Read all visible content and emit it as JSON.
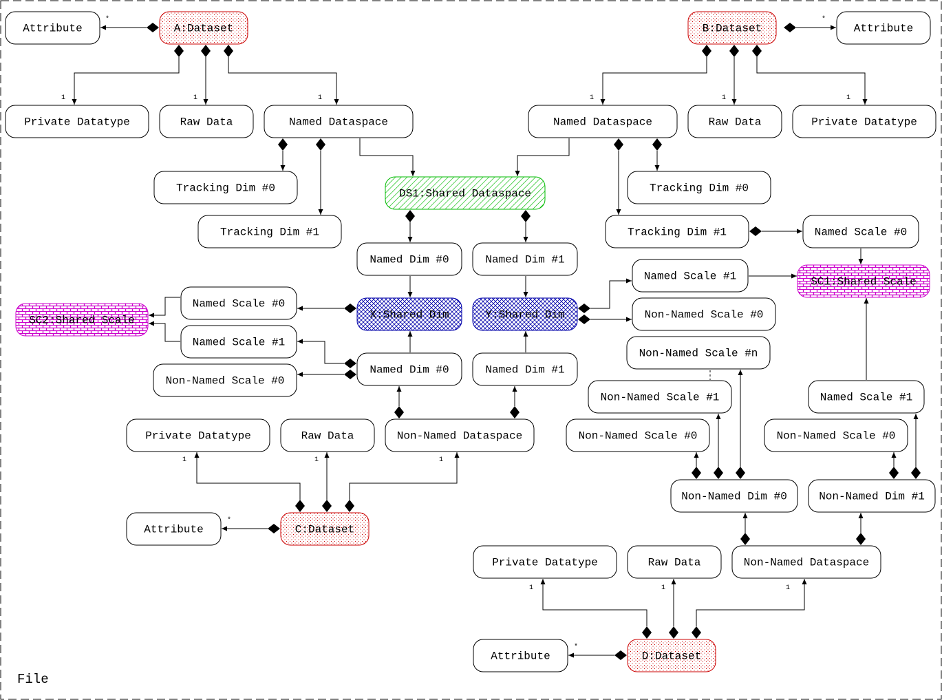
{
  "file_label": "File",
  "nodes": [
    {
      "id": "attrA",
      "label": "Attribute",
      "style": "plain"
    },
    {
      "id": "dsA",
      "label": "A:Dataset",
      "style": "dataset"
    },
    {
      "id": "pdtA",
      "label": "Private Datatype",
      "style": "plain"
    },
    {
      "id": "rawA",
      "label": "Raw Data",
      "style": "plain"
    },
    {
      "id": "ndsA",
      "label": "Named Dataspace",
      "style": "plain"
    },
    {
      "id": "tdA0",
      "label": "Tracking Dim #0",
      "style": "plain"
    },
    {
      "id": "tdA1",
      "label": "Tracking Dim #1",
      "style": "plain"
    },
    {
      "id": "ds1",
      "label": "DS1:Shared Dataspace",
      "style": "shared-dataspace"
    },
    {
      "id": "nd0top",
      "label": "Named Dim #0",
      "style": "plain"
    },
    {
      "id": "nd1top",
      "label": "Named Dim #1",
      "style": "plain"
    },
    {
      "id": "xdim",
      "label": "X:Shared Dim",
      "style": "shared-dim"
    },
    {
      "id": "ydim",
      "label": "Y:Shared Dim",
      "style": "shared-dim"
    },
    {
      "id": "nsL0",
      "label": "Named Scale #0",
      "style": "plain"
    },
    {
      "id": "nsL1",
      "label": "Named Scale #1",
      "style": "plain"
    },
    {
      "id": "nnsL0",
      "label": "Non-Named Scale #0",
      "style": "plain"
    },
    {
      "id": "sc2",
      "label": "SC2:Shared Scale",
      "style": "shared-scale"
    },
    {
      "id": "nd0bot",
      "label": "Named Dim #0",
      "style": "plain"
    },
    {
      "id": "nd1bot",
      "label": "Named Dim #1",
      "style": "plain"
    },
    {
      "id": "nndsC",
      "label": "Non-Named Dataspace",
      "style": "plain"
    },
    {
      "id": "pdtC",
      "label": "Private Datatype",
      "style": "plain"
    },
    {
      "id": "rawC",
      "label": "Raw Data",
      "style": "plain"
    },
    {
      "id": "attrC",
      "label": "Attribute",
      "style": "plain"
    },
    {
      "id": "dsC",
      "label": "C:Dataset",
      "style": "dataset"
    },
    {
      "id": "dsB",
      "label": "B:Dataset",
      "style": "dataset"
    },
    {
      "id": "attrB",
      "label": "Attribute",
      "style": "plain"
    },
    {
      "id": "ndsB",
      "label": "Named Dataspace",
      "style": "plain"
    },
    {
      "id": "rawB",
      "label": "Raw Data",
      "style": "plain"
    },
    {
      "id": "pdtB",
      "label": "Private Datatype",
      "style": "plain"
    },
    {
      "id": "tdB0",
      "label": "Tracking Dim #0",
      "style": "plain"
    },
    {
      "id": "tdB1",
      "label": "Tracking Dim #1",
      "style": "plain"
    },
    {
      "id": "nsR0",
      "label": "Named Scale #0",
      "style": "plain"
    },
    {
      "id": "nsR1",
      "label": "Named Scale #1",
      "style": "plain"
    },
    {
      "id": "sc1",
      "label": "SC1:Shared Scale",
      "style": "shared-scale"
    },
    {
      "id": "nnsR0",
      "label": "Non-Named Scale #0",
      "style": "plain"
    },
    {
      "id": "nnsRn",
      "label": "Non-Named Scale #n",
      "style": "plain"
    },
    {
      "id": "nnsR1",
      "label": "Non-Named Scale #1",
      "style": "plain"
    },
    {
      "id": "nnsR0b",
      "label": "Non-Named Scale #0",
      "style": "plain"
    },
    {
      "id": "nsR1b",
      "label": "Named Scale #1",
      "style": "plain"
    },
    {
      "id": "nnsR0c",
      "label": "Non-Named Scale #0",
      "style": "plain"
    },
    {
      "id": "nndim0",
      "label": "Non-Named Dim #0",
      "style": "plain"
    },
    {
      "id": "nndim1",
      "label": "Non-Named Dim #1",
      "style": "plain"
    },
    {
      "id": "pdtD",
      "label": "Private Datatype",
      "style": "plain"
    },
    {
      "id": "rawD",
      "label": "Raw Data",
      "style": "plain"
    },
    {
      "id": "nndsD",
      "label": "Non-Named Dataspace",
      "style": "plain"
    },
    {
      "id": "attrD",
      "label": "Attribute",
      "style": "plain"
    },
    {
      "id": "dsD",
      "label": "D:Dataset",
      "style": "dataset"
    }
  ],
  "multiplicities": [
    {
      "id": "m1",
      "text": "*"
    },
    {
      "id": "m2",
      "text": "1"
    },
    {
      "id": "m3",
      "text": "1"
    },
    {
      "id": "m4",
      "text": "1"
    },
    {
      "id": "m5",
      "text": "*"
    },
    {
      "id": "m6",
      "text": "1"
    },
    {
      "id": "m7",
      "text": "1"
    },
    {
      "id": "m8",
      "text": "1"
    },
    {
      "id": "m9",
      "text": "1"
    },
    {
      "id": "m10",
      "text": "1"
    },
    {
      "id": "m11",
      "text": "1"
    },
    {
      "id": "m12",
      "text": "*"
    },
    {
      "id": "m13",
      "text": "1"
    },
    {
      "id": "m14",
      "text": "1"
    },
    {
      "id": "m15",
      "text": "1"
    },
    {
      "id": "m16",
      "text": "*"
    }
  ],
  "colors": {
    "dataset": "#cc0000",
    "shared_dataspace": "#00bb00",
    "shared_dim": "#0000aa",
    "shared_scale": "#cc00cc",
    "line": "#000000"
  }
}
